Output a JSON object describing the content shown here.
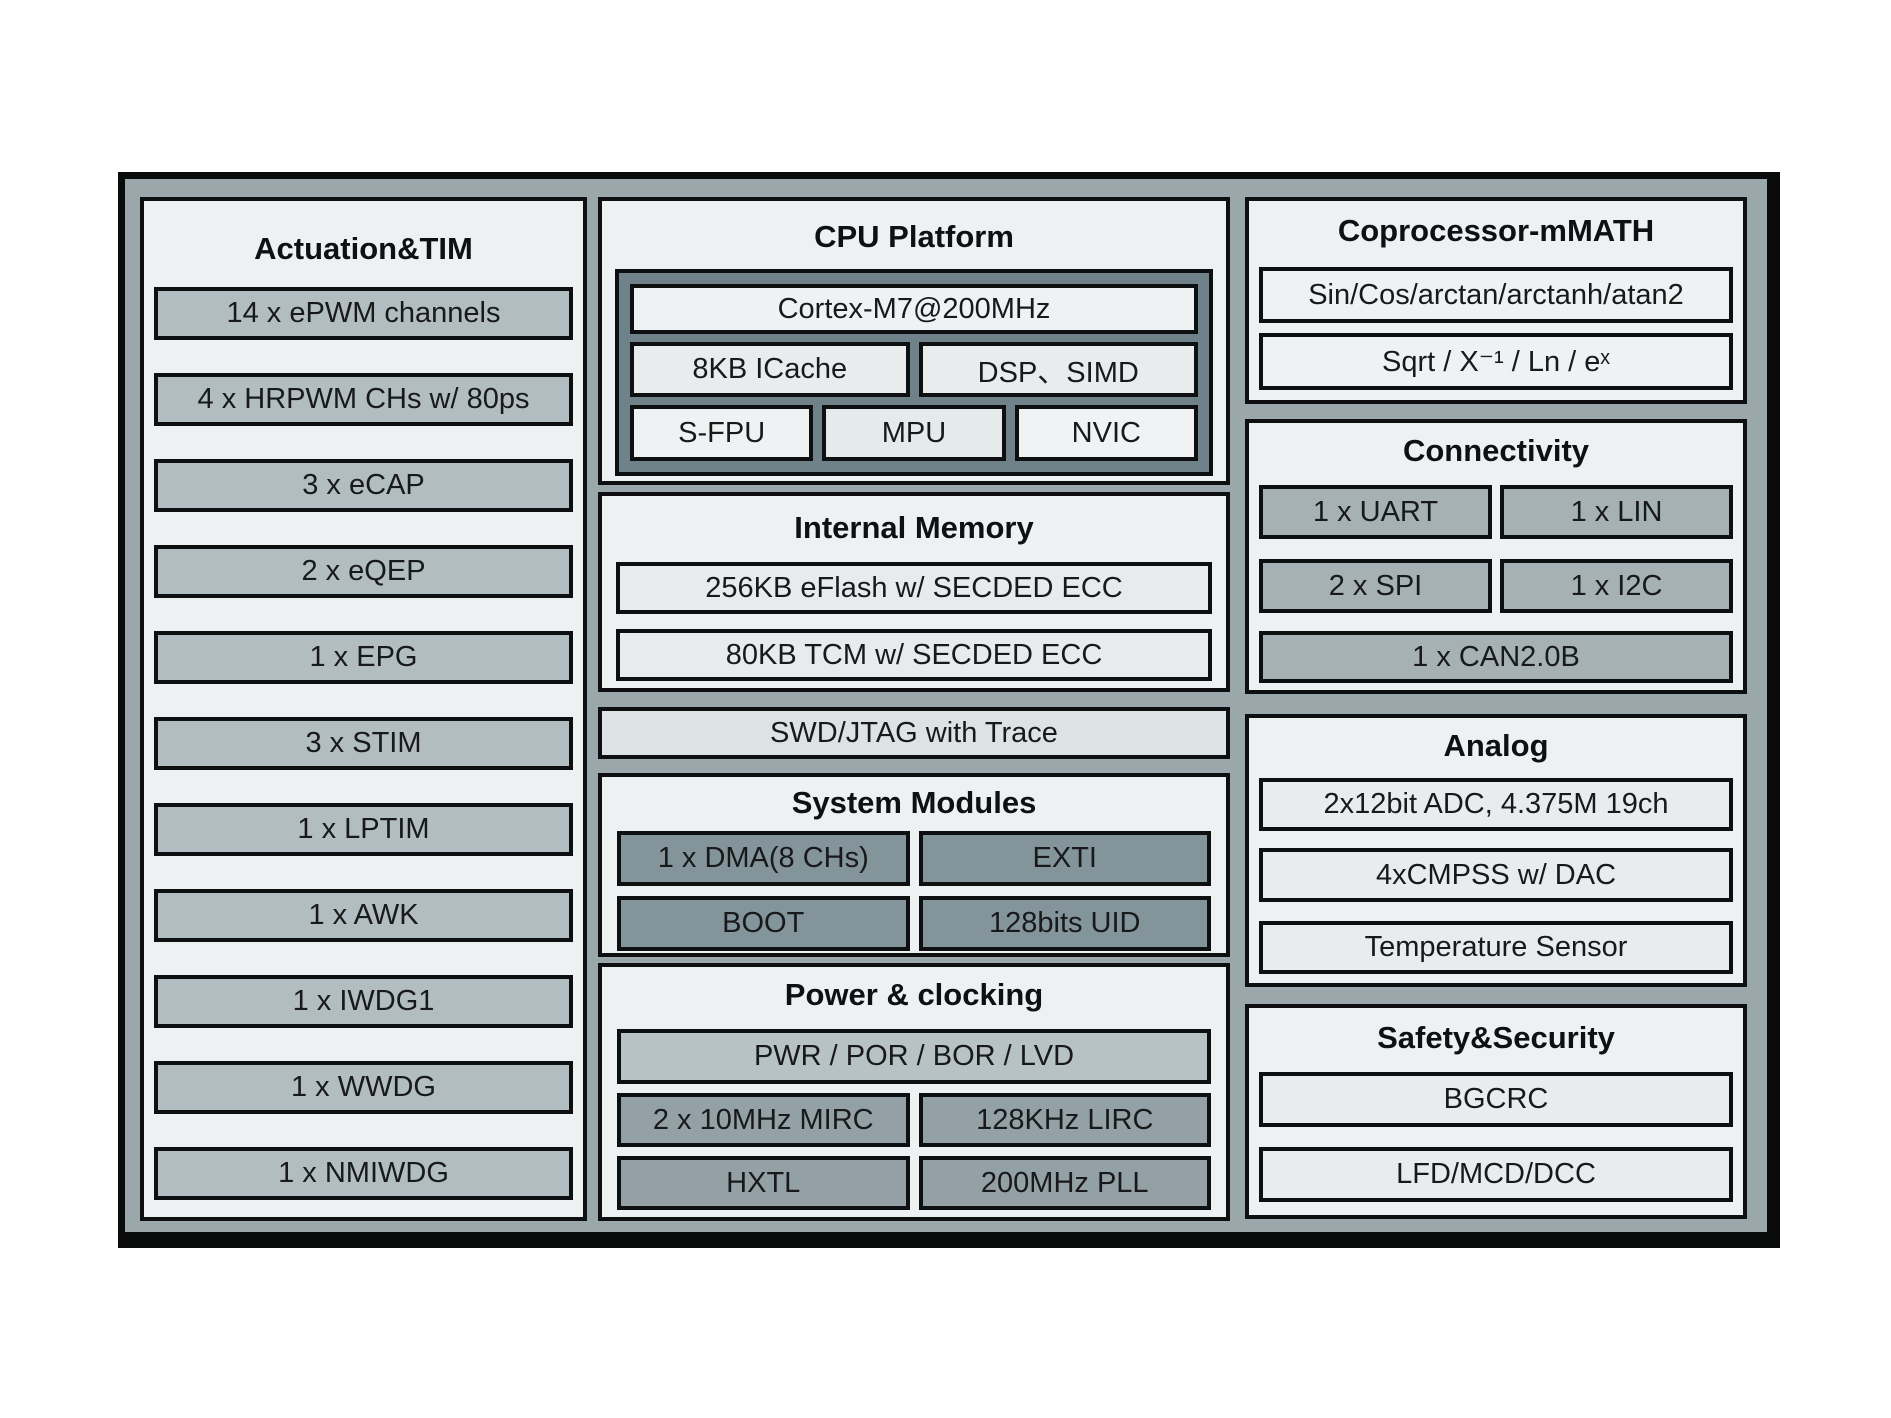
{
  "diagram": {
    "actuation": {
      "title": "Actuation&TIM",
      "items": [
        "14 x ePWM channels",
        "4 x HRPWM CHs w/ 80ps",
        "3 x eCAP",
        "2 x eQEP",
        "1 x EPG",
        "3 x STIM",
        "1 x LPTIM",
        "1 x AWK",
        "1 x IWDG1",
        "1 x WWDG",
        "1 x NMIWDG"
      ]
    },
    "cpu": {
      "title": "CPU Platform",
      "core": "Cortex-M7@200MHz",
      "icache": "8KB ICache",
      "dsp": "DSP、SIMD",
      "sfpu": "S-FPU",
      "mpu": "MPU",
      "nvic": "NVIC"
    },
    "memory": {
      "title": "Internal Memory",
      "eflash": "256KB eFlash w/ SECDED ECC",
      "tcm": "80KB TCM w/ SECDED ECC"
    },
    "debug": {
      "label": "SWD/JTAG with Trace"
    },
    "system": {
      "title": "System Modules",
      "dma": "1 x DMA(8 CHs)",
      "exti": "EXTI",
      "boot": "BOOT",
      "uid": "128bits UID"
    },
    "power": {
      "title": "Power & clocking",
      "pwr": "PWR / POR / BOR / LVD",
      "mirc": "2 x 10MHz MIRC",
      "lirc": "128KHz LIRC",
      "hxtl": "HXTL",
      "pll": "200MHz PLL"
    },
    "coprocessor": {
      "title": "Coprocessor-mMATH",
      "trig": "Sin/Cos/arctan/arctanh/atan2",
      "sqrt": "Sqrt / X⁻¹ / Ln / eˣ"
    },
    "connectivity": {
      "title": "Connectivity",
      "uart": "1 x UART",
      "lin": "1 x LIN",
      "spi": "2 x SPI",
      "i2c": "1 x I2C",
      "can": "1 x CAN2.0B"
    },
    "analog": {
      "title": "Analog",
      "adc": "2x12bit ADC, 4.375M 19ch",
      "cmpss": "4xCMPSS w/ DAC",
      "temp": "Temperature Sensor"
    },
    "safety": {
      "title": "Safety&Security",
      "bgcrc": "BGCRC",
      "lfd": "LFD/MCD/DCC"
    },
    "colors": {
      "chip_background": "#9aa7ab",
      "panel_background": "#eef1f2",
      "border_black": "#0d0f10",
      "actuation_item_gray": "#b2bdc1",
      "cpu_container_slate": "#6f828a",
      "cpu_light_box": "#eff2f2",
      "memory_box": "#e7ebec",
      "swd_bar": "#dde3e4",
      "system_module_gray": "#84949b",
      "pwr_bar_gray": "#b7c2c5",
      "clock_cell_gray": "#93a1a7",
      "connectivity_gray": "#a5b1b5",
      "analog_box": "#e9eced"
    }
  }
}
